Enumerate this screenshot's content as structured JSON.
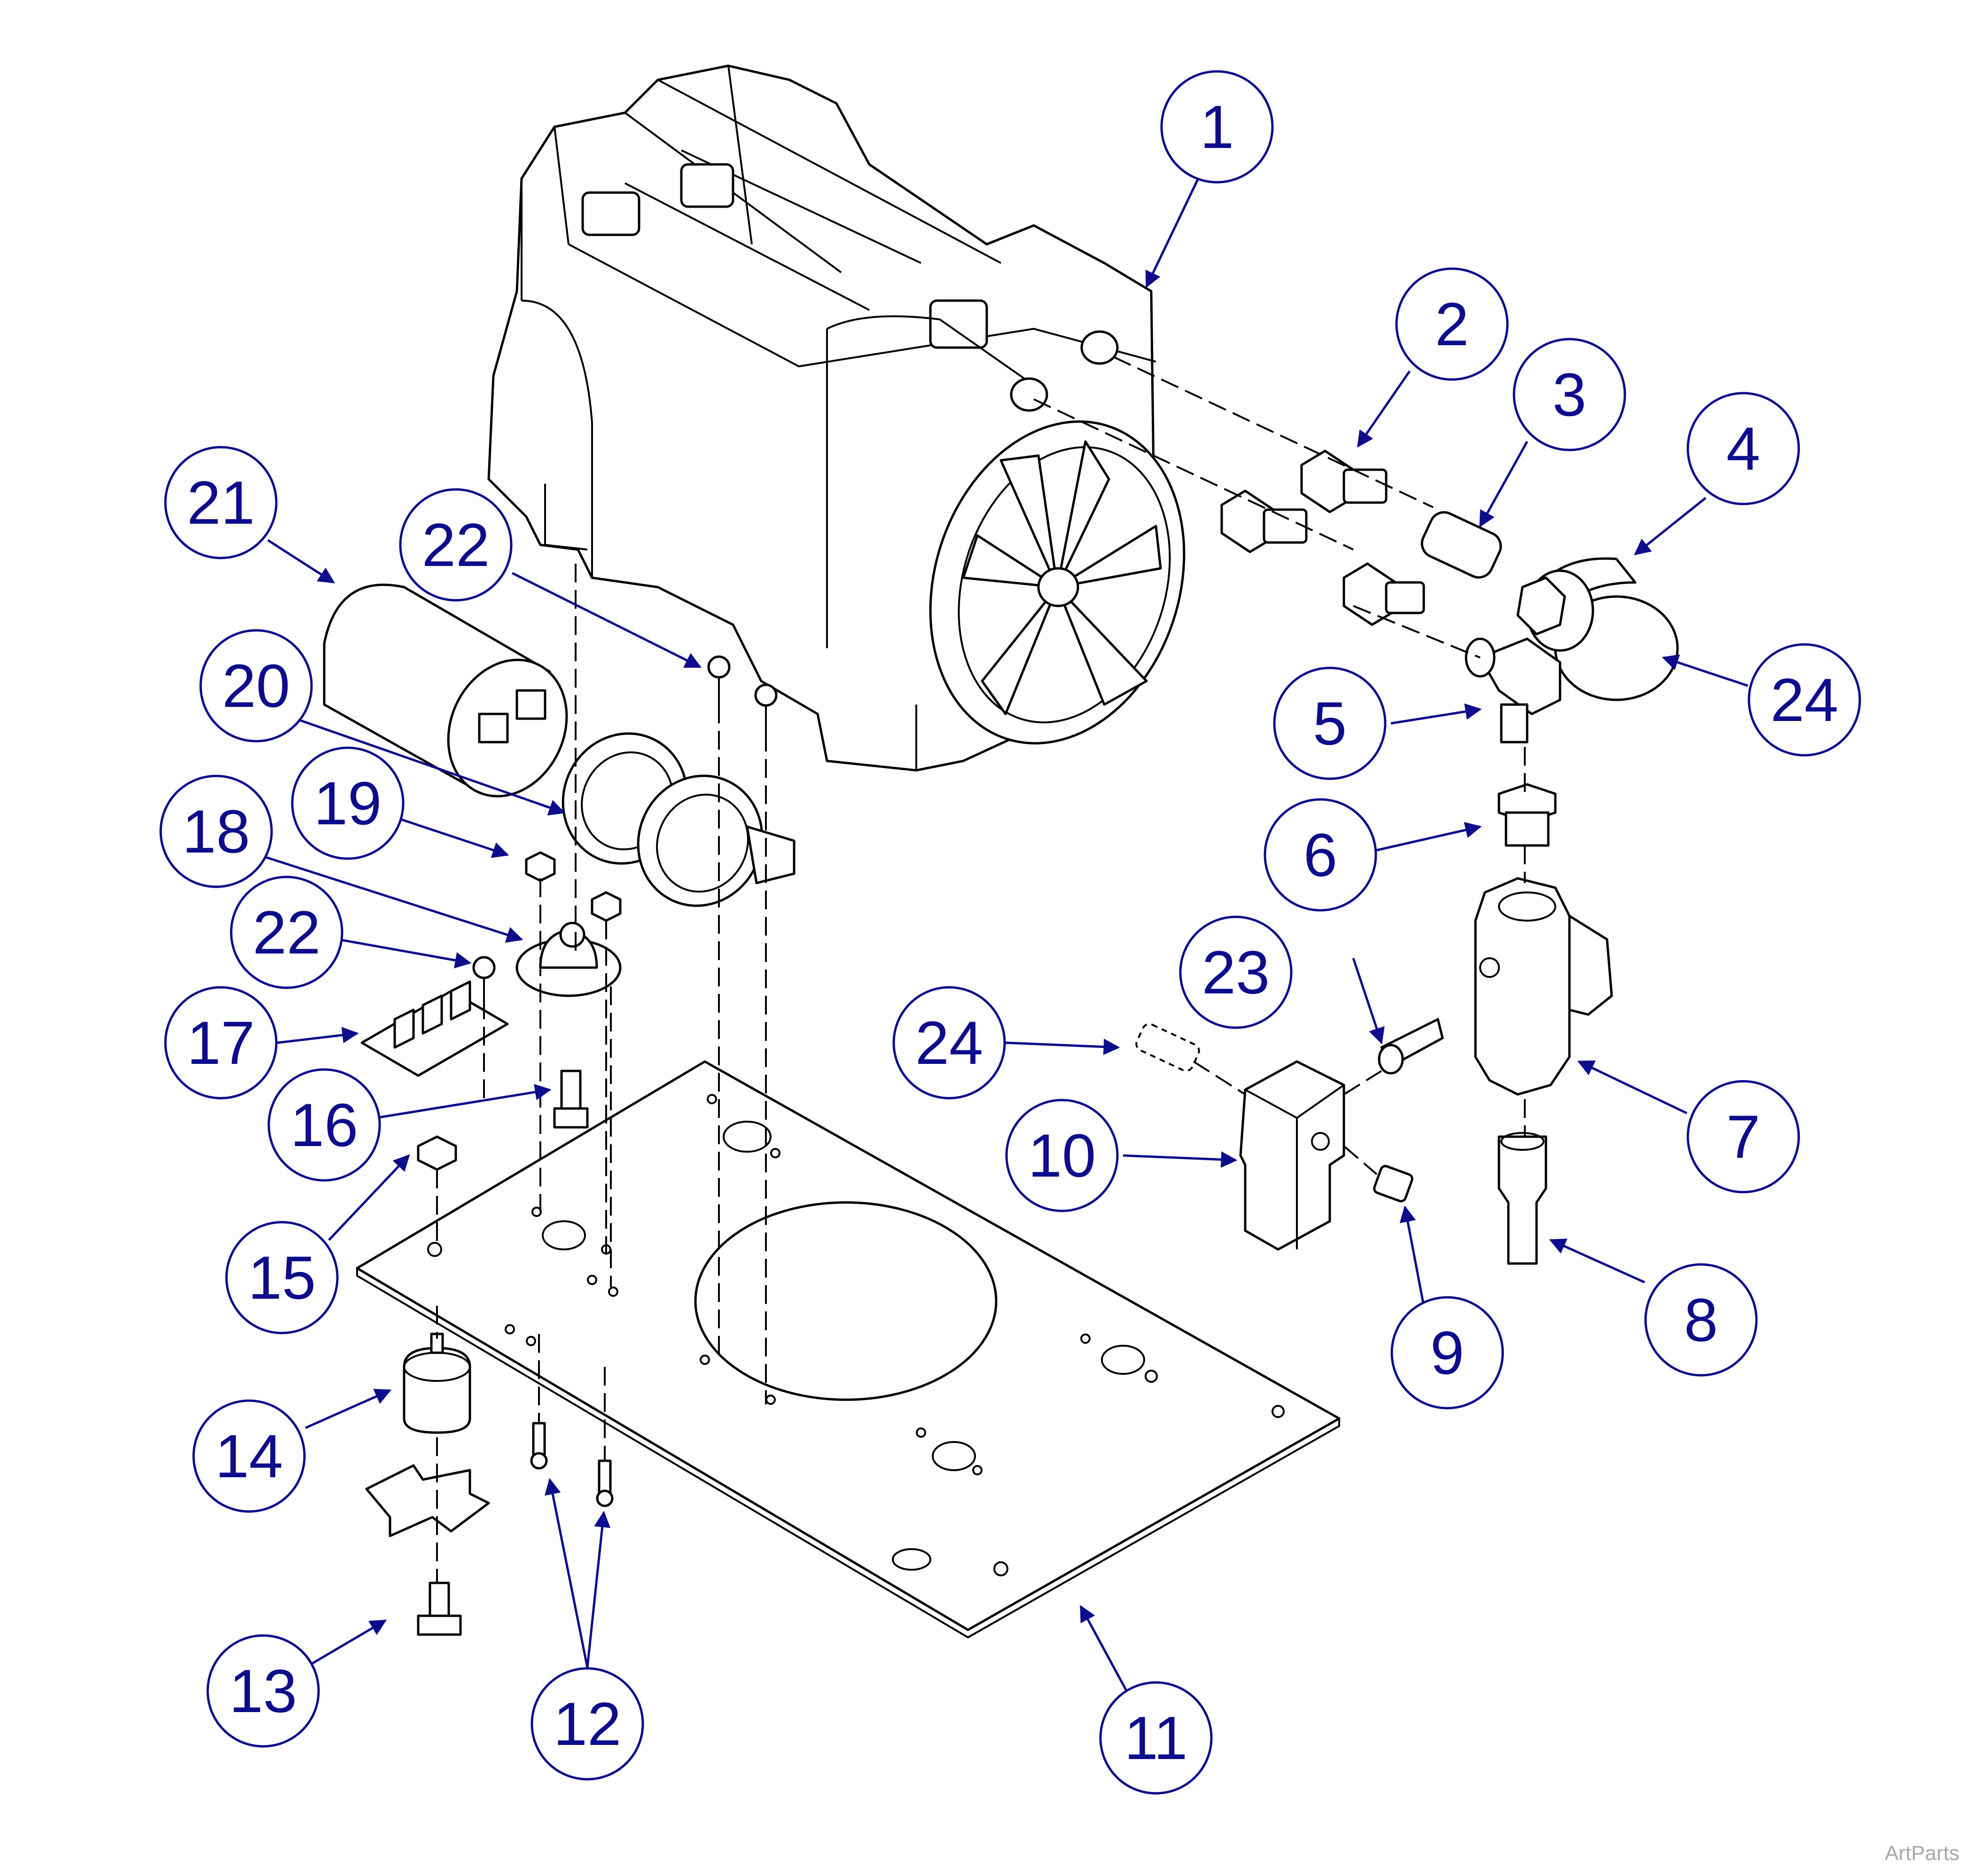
{
  "callouts": [
    {
      "id": "c1",
      "label": "1"
    },
    {
      "id": "c2",
      "label": "2"
    },
    {
      "id": "c3",
      "label": "3"
    },
    {
      "id": "c4",
      "label": "4"
    },
    {
      "id": "c5",
      "label": "5"
    },
    {
      "id": "c6",
      "label": "6"
    },
    {
      "id": "c7",
      "label": "7"
    },
    {
      "id": "c8",
      "label": "8"
    },
    {
      "id": "c9",
      "label": "9"
    },
    {
      "id": "c10",
      "label": "10"
    },
    {
      "id": "c11",
      "label": "11"
    },
    {
      "id": "c12",
      "label": "12"
    },
    {
      "id": "c13",
      "label": "13"
    },
    {
      "id": "c14",
      "label": "14"
    },
    {
      "id": "c15",
      "label": "15"
    },
    {
      "id": "c16",
      "label": "16"
    },
    {
      "id": "c17",
      "label": "17"
    },
    {
      "id": "c18",
      "label": "18"
    },
    {
      "id": "c19",
      "label": "19"
    },
    {
      "id": "c20",
      "label": "20"
    },
    {
      "id": "c21",
      "label": "21"
    },
    {
      "id": "c22a",
      "label": "22"
    },
    {
      "id": "c22b",
      "label": "22"
    },
    {
      "id": "c23",
      "label": "23"
    },
    {
      "id": "c24a",
      "label": "24"
    },
    {
      "id": "c24b",
      "label": "24"
    }
  ],
  "watermark": "ArtParts",
  "colors": {
    "callout": "#0c0c8c",
    "line": "#000000",
    "watermark": "#a8a8a8"
  }
}
